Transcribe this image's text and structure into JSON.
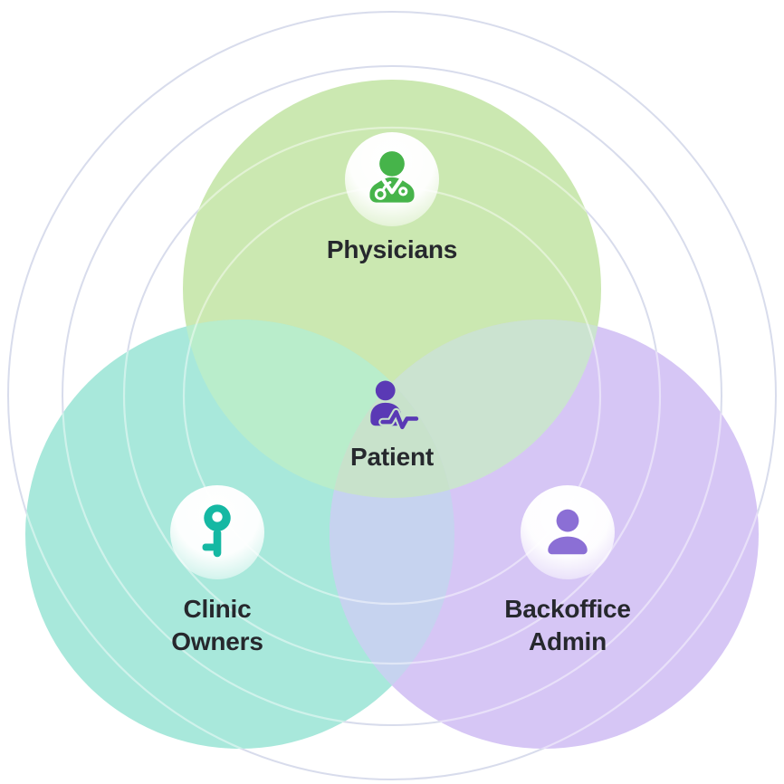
{
  "diagram": {
    "type": "venn-diagram",
    "background_color": "#ffffff",
    "rings": {
      "count": 4,
      "stroke_color": "#d8dcec",
      "inner_highlight_color": "rgba(255,255,255,0.45)"
    },
    "label_color": "#26282d",
    "sets": [
      {
        "id": "physicians",
        "label": "Physicians",
        "icon": "physician-icon",
        "position": "top",
        "circle_color": "#cbe8b1",
        "icon_color": "#46b44a"
      },
      {
        "id": "clinic-owners",
        "label": "Clinic\nOwners",
        "icon": "key-icon",
        "position": "bottom-left",
        "circle_color": "#a8e8db",
        "icon_color": "#15b8a3"
      },
      {
        "id": "backoffice-admin",
        "label": "Backoffice\nAdmin",
        "icon": "person-icon",
        "position": "bottom-right",
        "circle_color": "#d6c6f5",
        "icon_color": "#8b6fd5"
      }
    ],
    "intersections": {
      "physicians_clinic_owners": "#b9edcb",
      "physicians_backoffice_admin": "#cbe3d0",
      "clinic_owners_backoffice_admin": "#c6d3ef",
      "center": "#c8e2cb"
    },
    "center": {
      "label": "Patient",
      "icon": "patient-icon",
      "icon_color": "#5a39b5"
    }
  }
}
